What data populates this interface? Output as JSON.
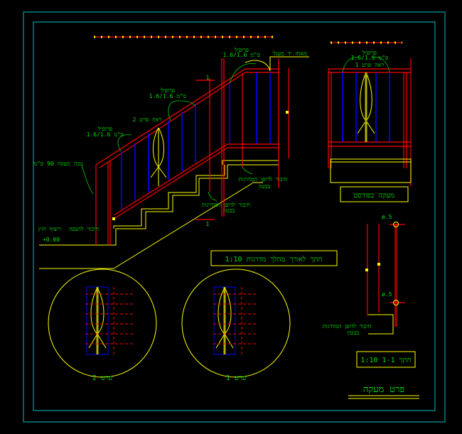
{
  "drawing": {
    "title": "פרט מעקה",
    "section_long_title": "חתך לאורך מהלך מדרגות 1:10",
    "section_11_title": "חתך 1-1 1:10",
    "landing_title": "מעקה בפודסט",
    "detail1_title": "פרט 1",
    "detail2_title": "פרט 2",
    "section_mark": "1"
  },
  "labels": {
    "profile": "פרופיל",
    "profile_size": "1.6/1.6 ס\"מ",
    "see_detail_1": "ראה פרט 1",
    "see_detail_2": "ראה פרט 2",
    "railing_height": "גובה מעקה 90 ס\"מ",
    "handrail": "מאחז יד מעגל",
    "connect_stairs_1": "חיבור לדופן המדרגות",
    "connect_stairs_2": "בבטון",
    "connect_floor": "חיבור לרצפה",
    "outdoor_paving": "ריצוף חוץ",
    "level": "+0.00",
    "dia": "ø.5"
  },
  "colors": {
    "frame": "#00c0c0",
    "outline": "#ffff00",
    "rail": "#ff0000",
    "baluster": "#0000ff",
    "text": "#00e000"
  }
}
